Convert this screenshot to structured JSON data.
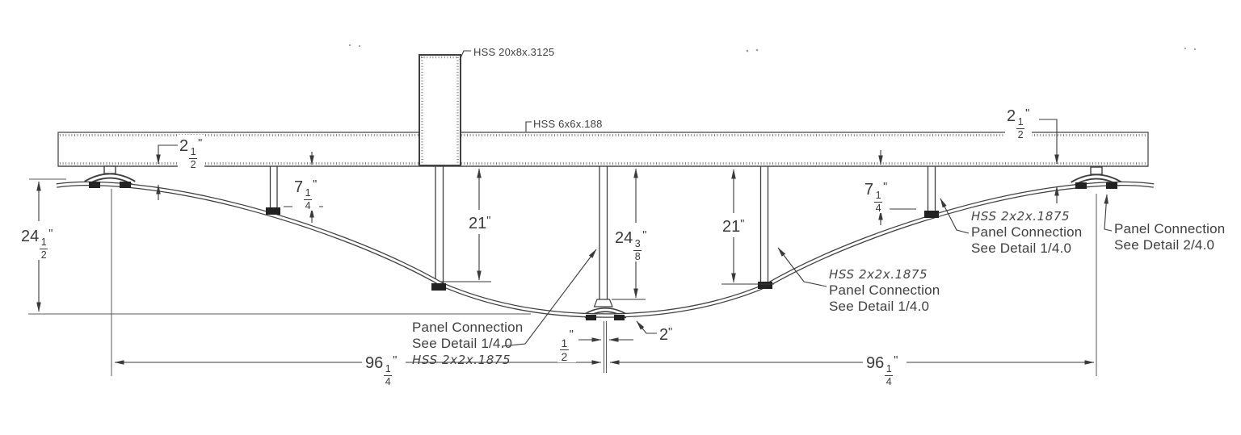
{
  "members": {
    "post": "HSS 20x8x.3125",
    "top_chord": "HSS 6x6x.188",
    "bottom_chord": "HSS 2x2x.1875"
  },
  "notes": {
    "center": {
      "l1": "Panel Connection",
      "l2": "See Detail 1/4.0",
      "l3": "HSS 2x2x.1875"
    },
    "mid_right": {
      "l1": "HSS 2x2x.1875",
      "l2": "Panel Connection",
      "l3": "See Detail 1/4.0"
    },
    "right_inner": {
      "l1": "HSS 2x2x.1875",
      "l2": "Panel Connection",
      "l3": "See Detail 1/4.0"
    },
    "right_outer": {
      "l1": "Panel Connection",
      "l2": "See Detail 2/4.0"
    }
  },
  "dimensions": {
    "d2h_l": {
      "whole": "2",
      "num": "1",
      "den": "2",
      "unit": "\""
    },
    "d2h_r": {
      "whole": "2",
      "num": "1",
      "den": "2",
      "unit": "\""
    },
    "d24h": {
      "whole": "24",
      "num": "1",
      "den": "2",
      "unit": "\""
    },
    "d7q_l": {
      "whole": "7",
      "num": "1",
      "den": "4",
      "unit": "\""
    },
    "d7q_r": {
      "whole": "7",
      "num": "1",
      "den": "4",
      "unit": "\""
    },
    "d21_l": {
      "whole": "21",
      "unit": "\""
    },
    "d21_r": {
      "whole": "21",
      "unit": "\""
    },
    "d24_38": {
      "whole": "24",
      "num": "3",
      "den": "8",
      "unit": "\""
    },
    "dhalf": {
      "num": "1",
      "den": "2",
      "unit": "\""
    },
    "d2": {
      "whole": "2",
      "unit": "\""
    },
    "d96_l": {
      "whole": "96",
      "num": "1",
      "den": "4",
      "unit": "\""
    },
    "d96_r": {
      "whole": "96",
      "num": "1",
      "den": "4",
      "unit": "\""
    }
  },
  "colors": {
    "ink": "#3a3a3a",
    "paper": "#ffffff"
  }
}
